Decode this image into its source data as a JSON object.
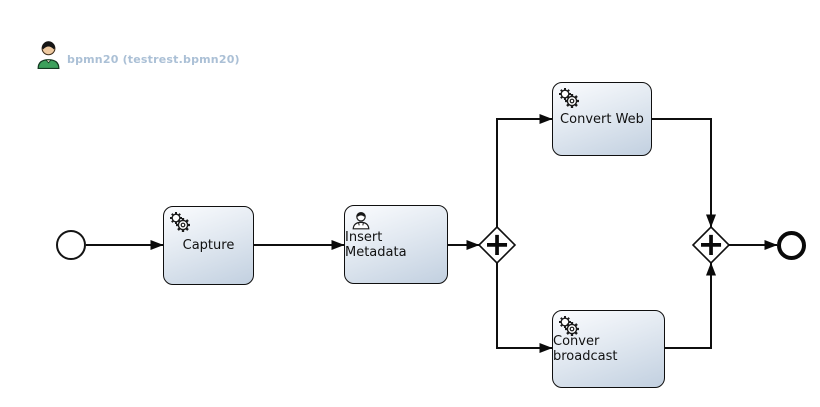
{
  "header": {
    "process_label": "bpmn20 (testrest.bpmn20)",
    "label_color": "#abc0d6",
    "avatar_icon": "user-avatar-icon"
  },
  "diagram": {
    "type": "bpmn-process-diagram",
    "start_event": {
      "kind": "start-event"
    },
    "end_event": {
      "kind": "end-event"
    },
    "tasks": [
      {
        "id": "capture",
        "label": "Capture",
        "icon": "service-gears-icon"
      },
      {
        "id": "insert-metadata",
        "label": "Insert Metadata",
        "icon": "user-task-icon"
      },
      {
        "id": "convert-web",
        "label": "Convert Web",
        "icon": "service-gears-icon"
      },
      {
        "id": "conver-broadcast",
        "label": "Conver broadcast",
        "icon": "service-gears-icon"
      }
    ],
    "gateways": [
      {
        "id": "fork",
        "type": "parallel",
        "symbol": "+"
      },
      {
        "id": "join",
        "type": "parallel",
        "symbol": "+"
      }
    ],
    "flows": [
      {
        "from": "start-event",
        "to": "capture"
      },
      {
        "from": "capture",
        "to": "insert-metadata"
      },
      {
        "from": "insert-metadata",
        "to": "fork"
      },
      {
        "from": "fork",
        "to": "convert-web"
      },
      {
        "from": "fork",
        "to": "conver-broadcast"
      },
      {
        "from": "convert-web",
        "to": "join"
      },
      {
        "from": "conver-broadcast",
        "to": "join"
      },
      {
        "from": "join",
        "to": "end-event"
      }
    ],
    "colors": {
      "task_fill_top": "#fbfcfe",
      "task_fill_bottom": "#c2d0e0",
      "stroke": "#0f0f0f",
      "background": "#ffffff"
    }
  }
}
